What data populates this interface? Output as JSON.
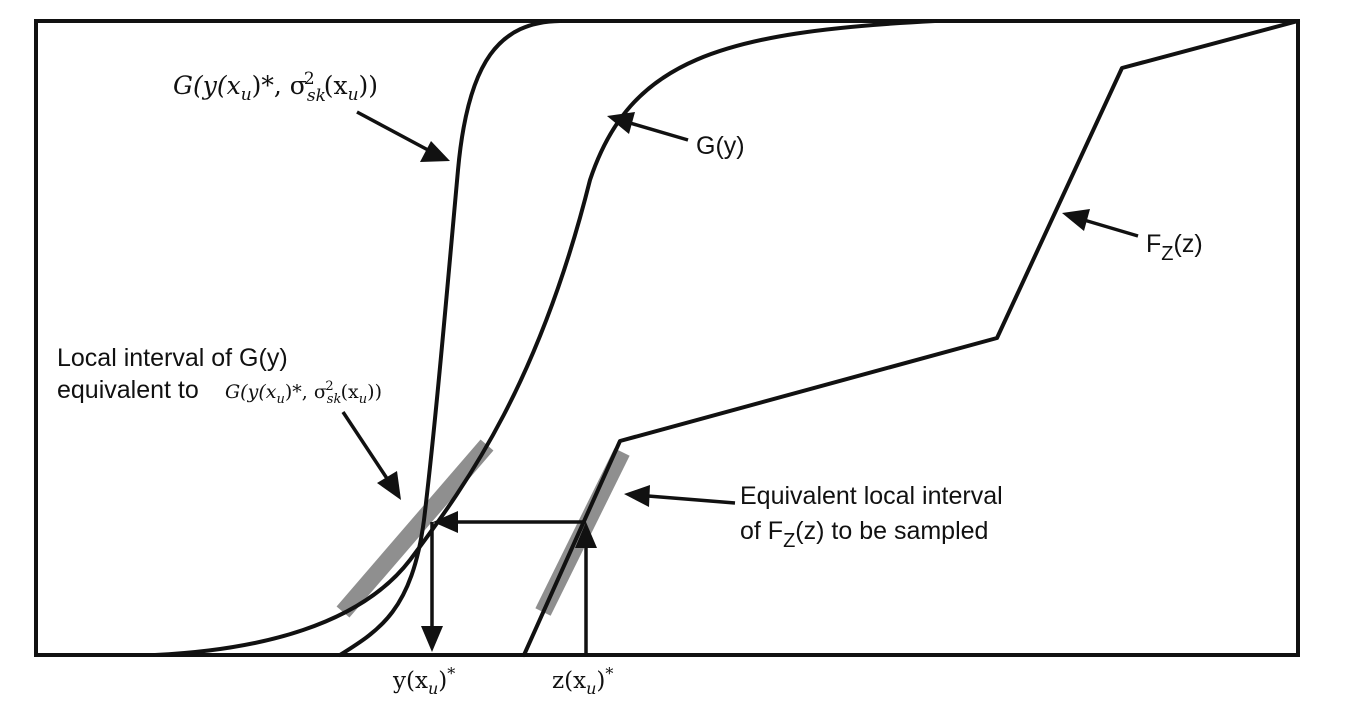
{
  "curves": {
    "g_local_label": {
      "prefix": "G(y(x",
      "sub_u": "u",
      "mid": ")*, σ",
      "sub_sk": "sk",
      "sup_2": "2",
      "open": "(x",
      "sub_u2": "u",
      "close": "))"
    },
    "g_y_label": "G(y)",
    "fz_label": {
      "main": "F",
      "sub": "Z",
      "rest": "(z)"
    }
  },
  "annotations": {
    "local_interval": {
      "line1": "Local interval of G(y)",
      "line2": "equivalent to",
      "formula": {
        "prefix": "G(y(x",
        "sub_u": "u",
        "mid": ")*, σ",
        "sub_sk": "sk",
        "sup_2": "2",
        "open": "(x",
        "sub_u2": "u",
        "close": "))"
      }
    },
    "equivalent_interval": {
      "line1": "Equivalent local interval",
      "line2_pre": "of F",
      "line2_sub": "Z",
      "line2_post": "(z) to be sampled"
    }
  },
  "axis_labels": {
    "y_star": {
      "base": "y(x",
      "sub": "u",
      "close": ")",
      "sup": "*"
    },
    "z_star": {
      "base": "z(x",
      "sub": "u",
      "close": ")",
      "sup": "*"
    }
  },
  "colors": {
    "line": "#111111",
    "band": "#8f8f8f",
    "background": "#ffffff"
  }
}
